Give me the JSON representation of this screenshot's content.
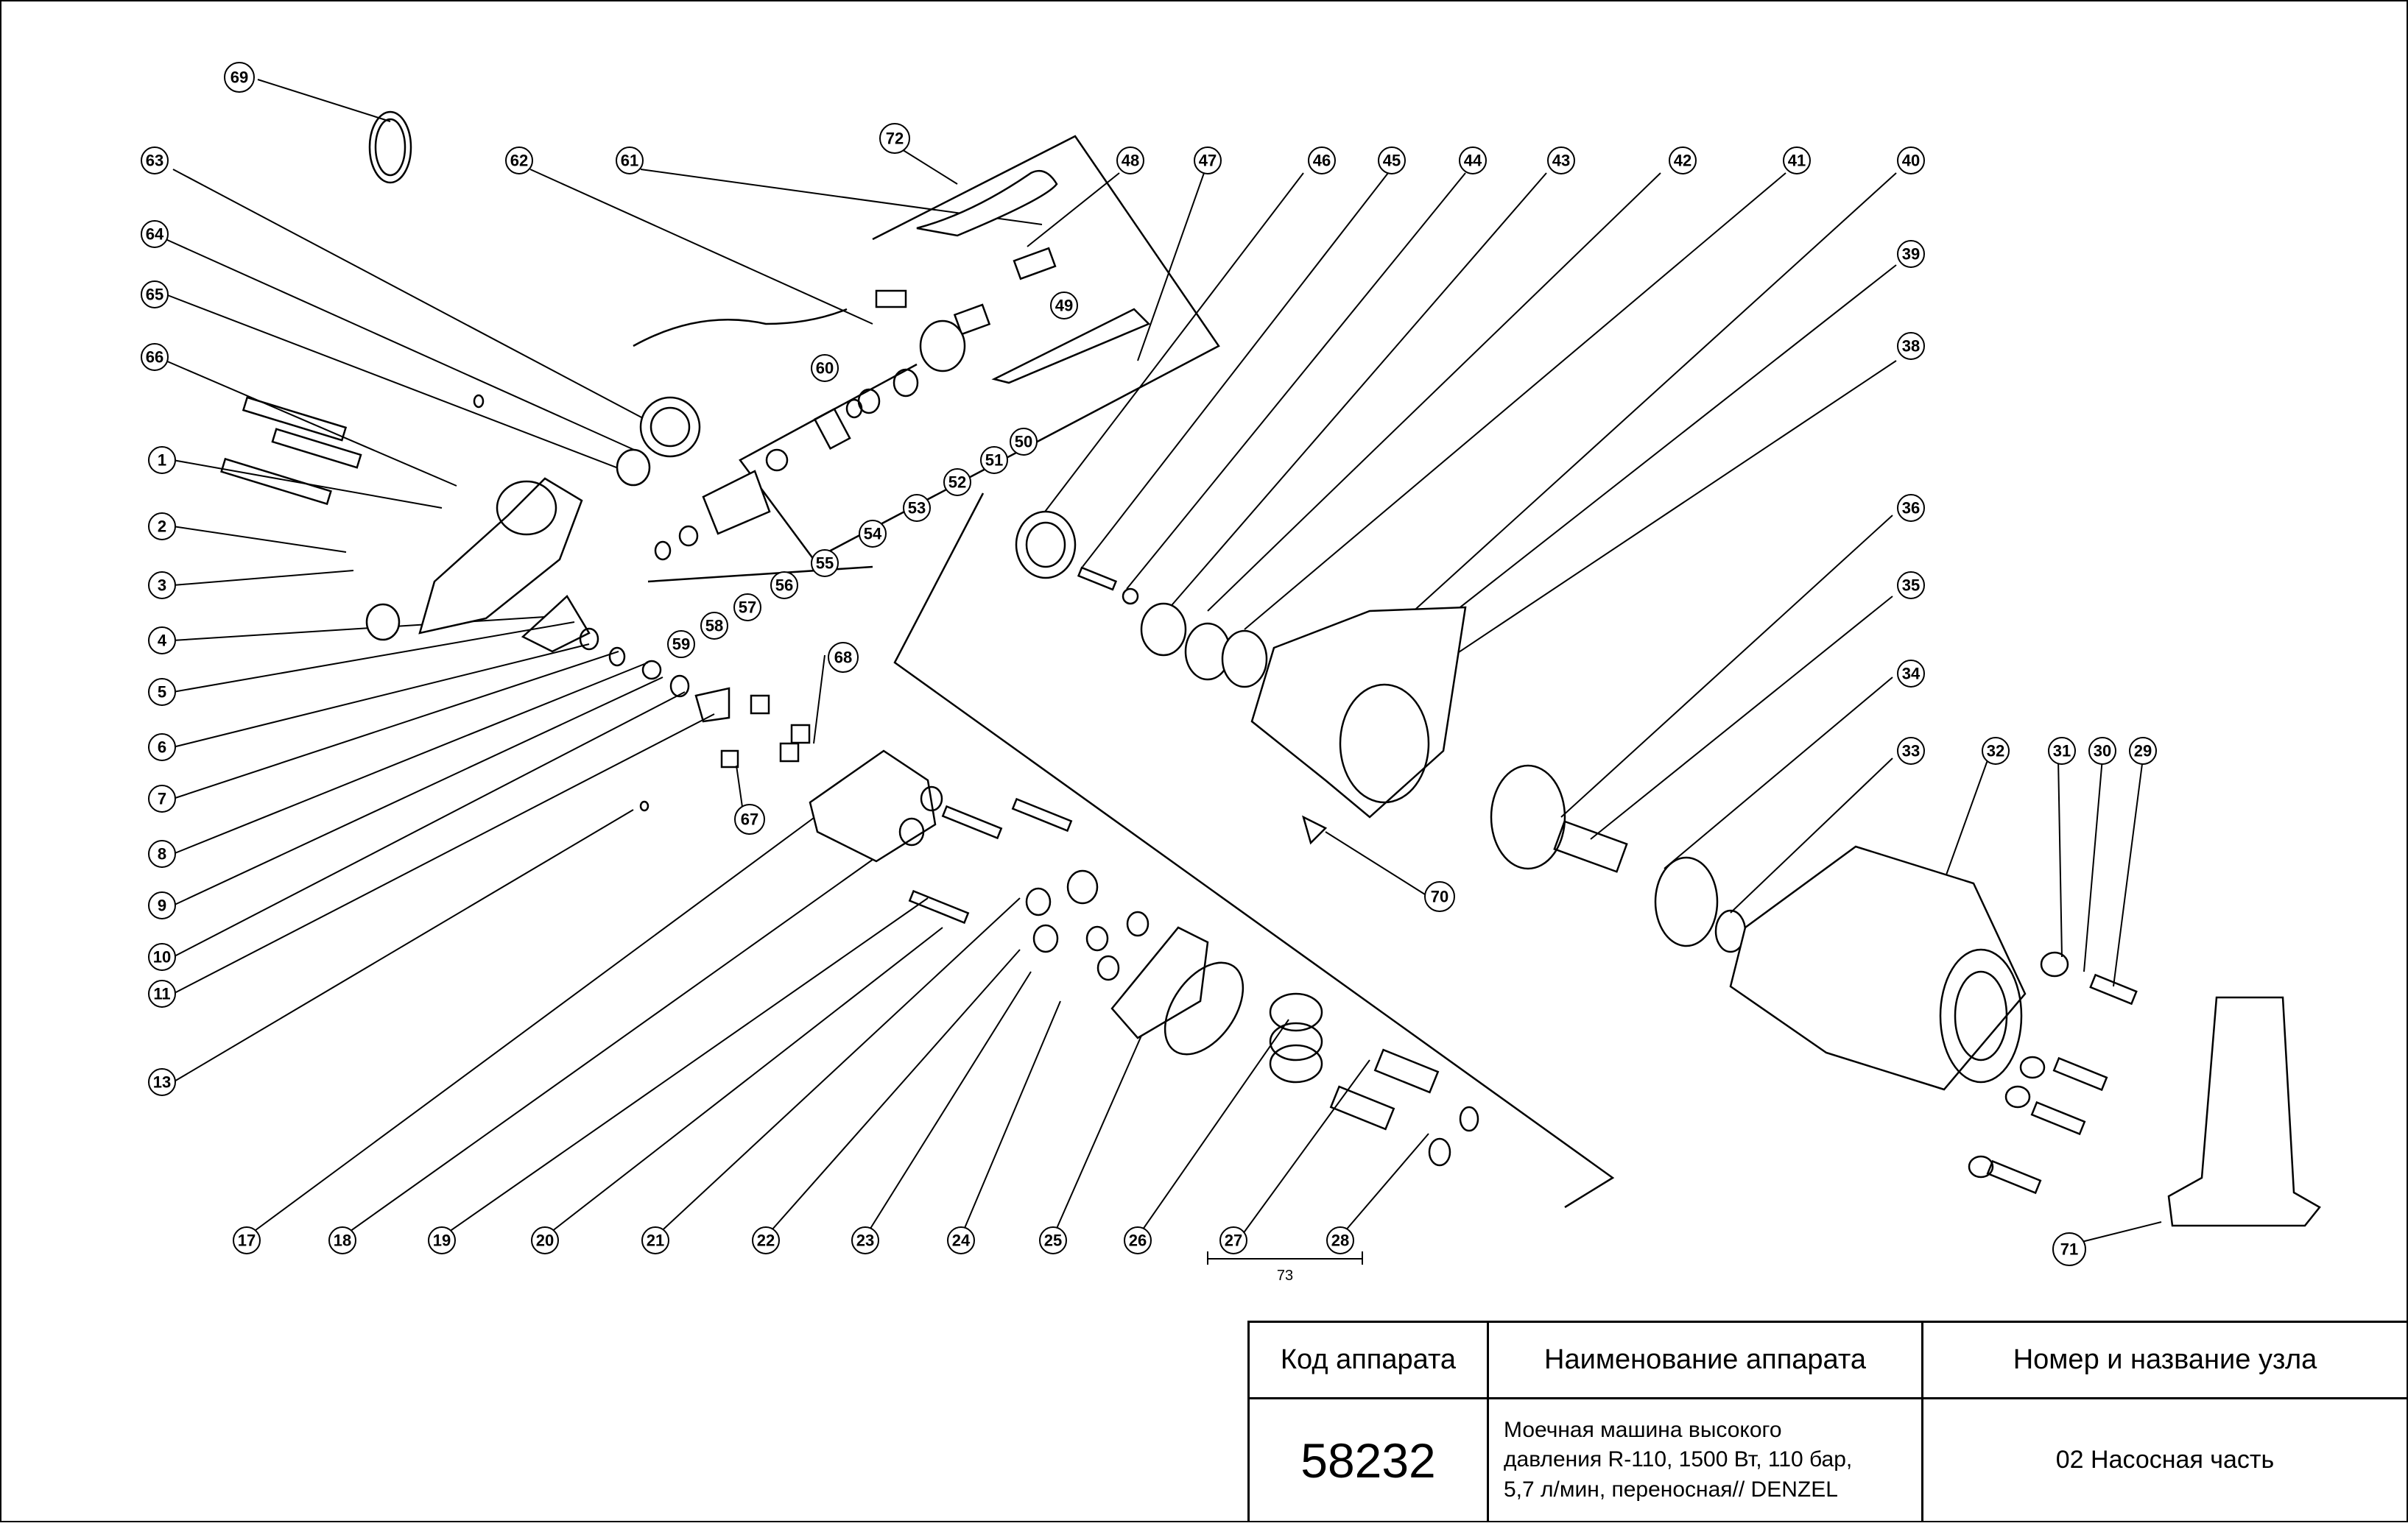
{
  "callouts": {
    "c1": "1",
    "c2": "2",
    "c3": "3",
    "c4": "4",
    "c5": "5",
    "c6": "6",
    "c7": "7",
    "c8": "8",
    "c9": "9",
    "c10": "10",
    "c11": "11",
    "c13": "13",
    "c17": "17",
    "c18": "18",
    "c19": "19",
    "c20": "20",
    "c21": "21",
    "c22": "22",
    "c23": "23",
    "c24": "24",
    "c25": "25",
    "c26": "26",
    "c27": "27",
    "c28": "28",
    "c29": "29",
    "c30": "30",
    "c31": "31",
    "c32": "32",
    "c33": "33",
    "c34": "34",
    "c35": "35",
    "c36": "36",
    "c38": "38",
    "c39": "39",
    "c40": "40",
    "c41": "41",
    "c42": "42",
    "c43": "43",
    "c44": "44",
    "c45": "45",
    "c46": "46",
    "c47": "47",
    "c48": "48",
    "c49": "49",
    "c50": "50",
    "c51": "51",
    "c52": "52",
    "c53": "53",
    "c54": "54",
    "c55": "55",
    "c56": "56",
    "c57": "57",
    "c58": "58",
    "c59": "59",
    "c60": "60",
    "c61": "61",
    "c62": "62",
    "c63": "63",
    "c64": "64",
    "c65": "65",
    "c66": "66",
    "c67": "67",
    "c68": "68",
    "c69": "69",
    "c70": "70",
    "c71": "71",
    "c72": "72"
  },
  "bracket_label": "73",
  "title_block": {
    "code_header": "Код аппарата",
    "name_header": "Наименование аппарата",
    "unit_header": "Номер и название узла",
    "code_value": "58232",
    "name_line1": "Моечная машина высокого",
    "name_line2": "давления R-110, 1500 Вт, 110 бар,",
    "name_line3": "5,7 л/мин, переносная// DENZEL",
    "unit_value": "02 Насосная часть"
  }
}
